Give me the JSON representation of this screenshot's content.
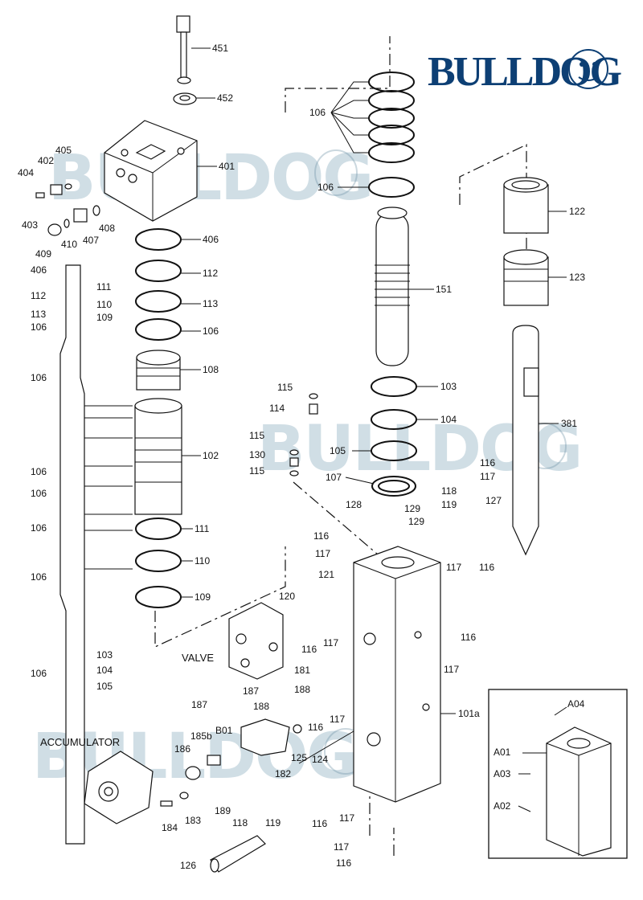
{
  "brand": {
    "logo": "BULLDOG",
    "watermark": "BULLDOG"
  },
  "captions": {
    "valve": "VALVE",
    "accumulator": "ACCUMULATOR"
  },
  "callouts": {
    "c451": "451",
    "c452": "452",
    "c401": "401",
    "c405": "405",
    "c402": "402",
    "c404": "404",
    "c403": "403",
    "c409": "409",
    "c410": "410",
    "c407": "407",
    "c408": "408",
    "c406": "406",
    "c112": "112",
    "c113": "113",
    "c106": "106",
    "c108": "108",
    "c102": "102",
    "c111": "111",
    "c110": "110",
    "c109": "109",
    "c106top": "106",
    "c106b": "106",
    "c151": "151",
    "c103": "103",
    "c104": "104",
    "c105": "105",
    "c107": "107",
    "c115a": "115",
    "c114": "114",
    "c115b": "115",
    "c130": "130",
    "c115c": "115",
    "c122": "122",
    "c123": "123",
    "c381": "381",
    "c116a": "116",
    "c117a": "117",
    "c118a": "118",
    "c119a": "119",
    "c127": "127",
    "c128": "128",
    "c129a": "129",
    "c129b": "129",
    "c116b": "116",
    "c117b": "117",
    "c117c": "117",
    "c116c": "116",
    "c121": "121",
    "c120": "120",
    "c116d": "116",
    "c117d": "117",
    "c181": "181",
    "c187a": "187",
    "c188a": "188",
    "c116e": "116",
    "c117e": "117",
    "c117f": "117",
    "c116f": "116",
    "c101a": "101a",
    "c187b": "187",
    "c188b": "188",
    "c185b": "185b",
    "cB01": "B01",
    "c186": "186",
    "c182": "182",
    "c125": "125",
    "c124": "124",
    "c184": "184",
    "c183": "183",
    "c189": "189",
    "c118b": "118",
    "c119b": "119",
    "c116g": "116",
    "c117g": "117",
    "c117h": "117",
    "c116h": "116",
    "c126": "126",
    "cA04": "A04",
    "cA01": "A01",
    "cA03": "A03",
    "cA02": "A02",
    "s406": "406",
    "s112": "112",
    "s111": "111",
    "s110": "110",
    "s113": "113",
    "s109": "109",
    "s106a": "106",
    "s106b": "106",
    "s106c": "106",
    "s106d": "106",
    "s106e": "106",
    "s106f": "106",
    "s103": "103",
    "s106g": "106",
    "s104": "104",
    "s105": "105"
  }
}
